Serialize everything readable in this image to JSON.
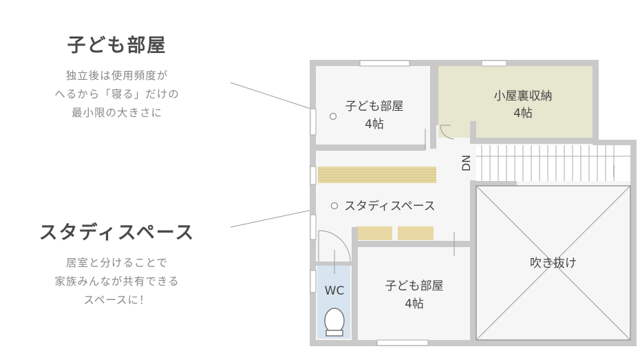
{
  "callouts": {
    "kodomo": {
      "title": "子ども部屋",
      "lines": [
        "独立後は使用頻度が",
        "へるから「寝る」だけの",
        "最小限の大きさに"
      ]
    },
    "study": {
      "title": "スタディスペース",
      "lines": [
        "居室と分けることで",
        "家族みんなが共有できる",
        "スペースに！"
      ]
    }
  },
  "rooms": {
    "kodomo_top": {
      "name": "子ども部屋",
      "size": "4帖"
    },
    "attic": {
      "name": "小屋裏収納",
      "size": "4帖"
    },
    "kodomo_bottom": {
      "name": "子ども部屋",
      "size": "4帖"
    },
    "study": {
      "name": "スタディスペース"
    },
    "wc": {
      "name": "WC"
    },
    "void": {
      "name": "吹き抜け"
    },
    "stairs": {
      "label": "DN"
    }
  },
  "colors": {
    "wall": "#c9c9c9",
    "floor": "#f6f6f6",
    "attic": "#e7e6cf",
    "wc": "#d8e4f0",
    "shelf": "#e8d9a4",
    "leader_line": "#999999"
  }
}
